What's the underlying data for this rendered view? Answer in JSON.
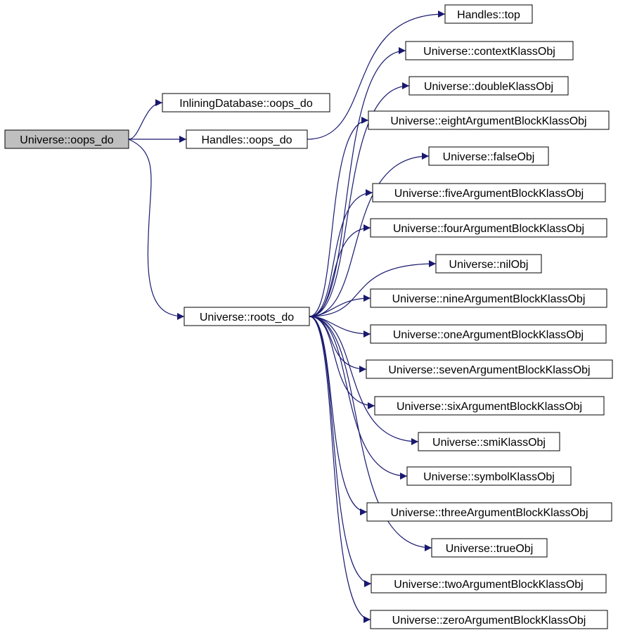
{
  "colors": {
    "edge": "#191970",
    "node_border": "#000000",
    "node_fill": "#ffffff",
    "root_fill": "#bfbfbf"
  },
  "nodes": [
    {
      "id": "oops_do",
      "label": "Universe::oops_do",
      "root": true
    },
    {
      "id": "inlining_oops_do",
      "label": "InliningDatabase::oops_do"
    },
    {
      "id": "handles_oops_do",
      "label": "Handles::oops_do"
    },
    {
      "id": "roots_do",
      "label": "Universe::roots_do"
    },
    {
      "id": "handles_top",
      "label": "Handles::top"
    },
    {
      "id": "contextKlassObj",
      "label": "Universe::contextKlassObj"
    },
    {
      "id": "doubleKlassObj",
      "label": "Universe::doubleKlassObj"
    },
    {
      "id": "eightArg",
      "label": "Universe::eightArgumentBlockKlassObj"
    },
    {
      "id": "falseObj",
      "label": "Universe::falseObj"
    },
    {
      "id": "fiveArg",
      "label": "Universe::fiveArgumentBlockKlassObj"
    },
    {
      "id": "fourArg",
      "label": "Universe::fourArgumentBlockKlassObj"
    },
    {
      "id": "nilObj",
      "label": "Universe::nilObj"
    },
    {
      "id": "nineArg",
      "label": "Universe::nineArgumentBlockKlassObj"
    },
    {
      "id": "oneArg",
      "label": "Universe::oneArgumentBlockKlassObj"
    },
    {
      "id": "sevenArg",
      "label": "Universe::sevenArgumentBlockKlassObj"
    },
    {
      "id": "sixArg",
      "label": "Universe::sixArgumentBlockKlassObj"
    },
    {
      "id": "smiKlassObj",
      "label": "Universe::smiKlassObj"
    },
    {
      "id": "symbolKlassObj",
      "label": "Universe::symbolKlassObj"
    },
    {
      "id": "threeArg",
      "label": "Universe::threeArgumentBlockKlassObj"
    },
    {
      "id": "trueObj",
      "label": "Universe::trueObj"
    },
    {
      "id": "twoArg",
      "label": "Universe::twoArgumentBlockKlassObj"
    },
    {
      "id": "zeroArg",
      "label": "Universe::zeroArgumentBlockKlassObj"
    }
  ],
  "edges": [
    {
      "from": "oops_do",
      "to": "inlining_oops_do"
    },
    {
      "from": "oops_do",
      "to": "handles_oops_do"
    },
    {
      "from": "oops_do",
      "to": "roots_do"
    },
    {
      "from": "handles_oops_do",
      "to": "handles_top"
    },
    {
      "from": "roots_do",
      "to": "contextKlassObj"
    },
    {
      "from": "roots_do",
      "to": "doubleKlassObj"
    },
    {
      "from": "roots_do",
      "to": "eightArg"
    },
    {
      "from": "roots_do",
      "to": "falseObj"
    },
    {
      "from": "roots_do",
      "to": "fiveArg"
    },
    {
      "from": "roots_do",
      "to": "fourArg"
    },
    {
      "from": "roots_do",
      "to": "nilObj"
    },
    {
      "from": "roots_do",
      "to": "nineArg"
    },
    {
      "from": "roots_do",
      "to": "oneArg"
    },
    {
      "from": "roots_do",
      "to": "sevenArg"
    },
    {
      "from": "roots_do",
      "to": "sixArg"
    },
    {
      "from": "roots_do",
      "to": "smiKlassObj"
    },
    {
      "from": "roots_do",
      "to": "symbolKlassObj"
    },
    {
      "from": "roots_do",
      "to": "threeArg"
    },
    {
      "from": "roots_do",
      "to": "trueObj"
    },
    {
      "from": "roots_do",
      "to": "twoArg"
    },
    {
      "from": "roots_do",
      "to": "zeroArg"
    }
  ]
}
